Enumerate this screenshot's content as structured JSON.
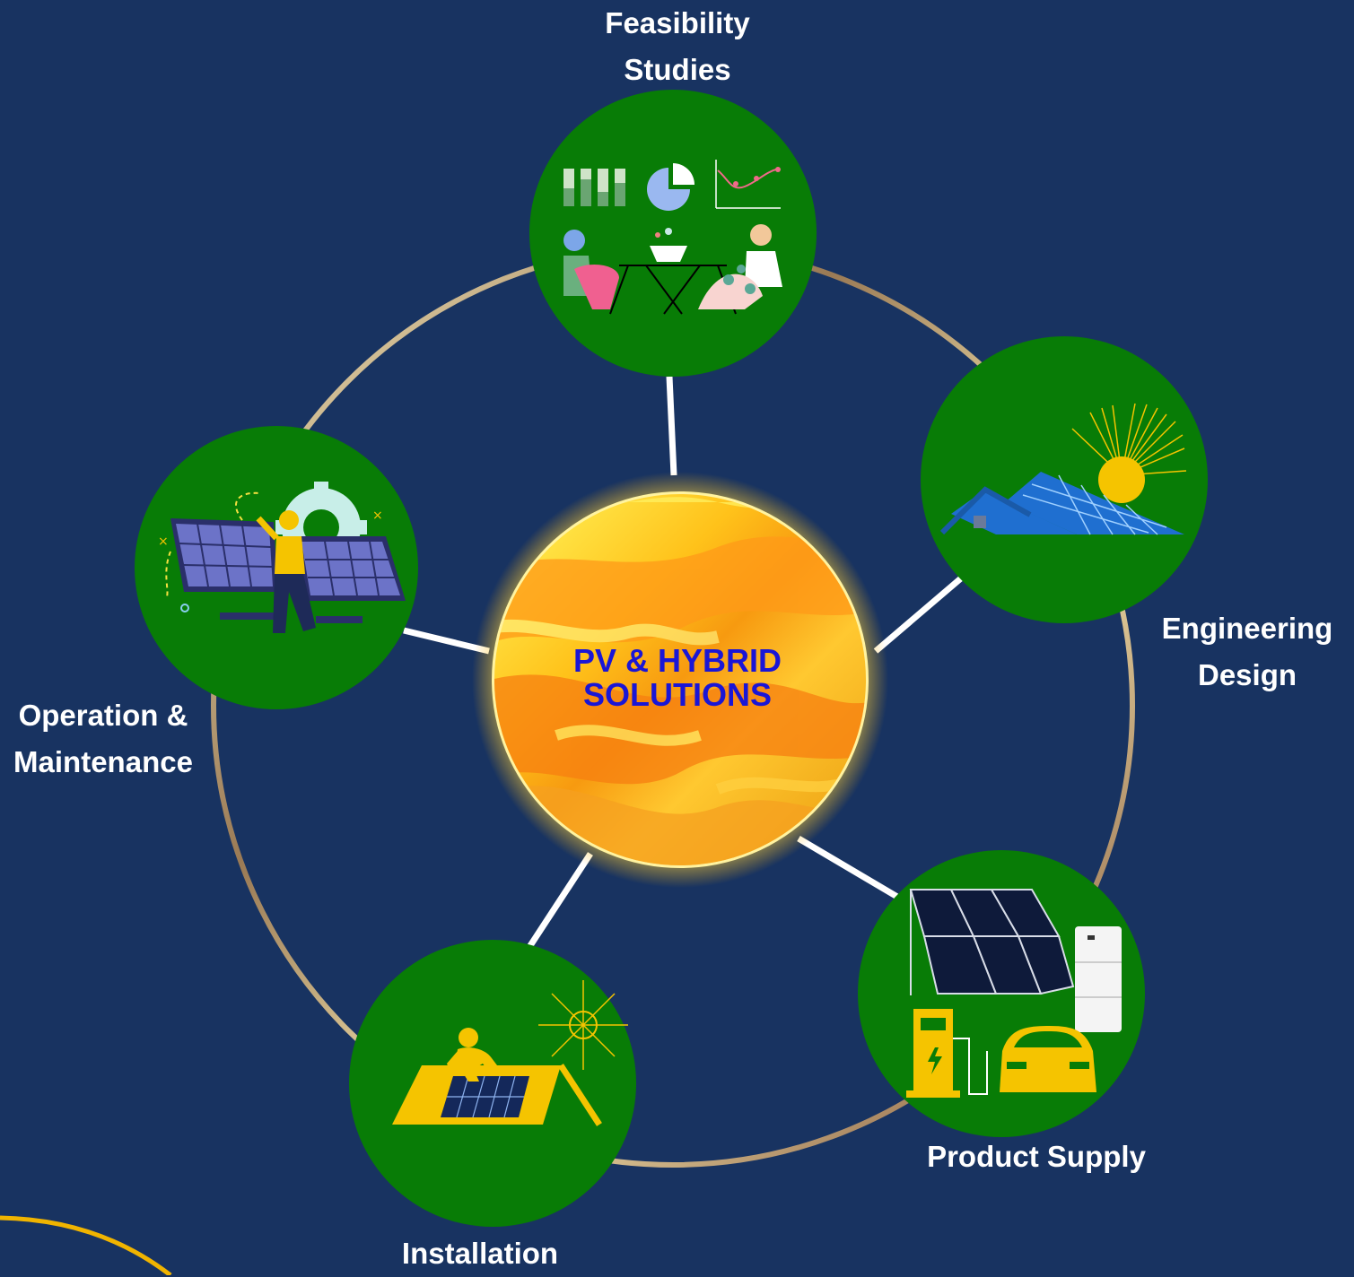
{
  "center": {
    "line1": "PV & HYBRID",
    "line2": "SOLUTIONS"
  },
  "nodes": [
    {
      "id": "feasibility",
      "label_line1": "Feasibility",
      "label_line2": "Studies",
      "icon": "feasibility-study-icon"
    },
    {
      "id": "engineering",
      "label_line1": "Engineering",
      "label_line2": "Design",
      "icon": "rooftop-solar-icon"
    },
    {
      "id": "supply",
      "label_line1": "Product Supply",
      "label_line2": "",
      "icon": "solar-battery-ev-icon"
    },
    {
      "id": "installation",
      "label_line1": "Installation",
      "label_line2": "",
      "icon": "solar-installer-icon"
    },
    {
      "id": "operation",
      "label_line1": "Operation &",
      "label_line2": "Maintenance",
      "icon": "maintenance-worker-icon"
    }
  ],
  "colors": {
    "background": "#183361",
    "node_fill": "#087c06",
    "center_text": "#1a16d6",
    "sun_gold": "#f5c400",
    "accent_yellow": "#f0b400",
    "ring_gold": "#f2e3a5"
  }
}
